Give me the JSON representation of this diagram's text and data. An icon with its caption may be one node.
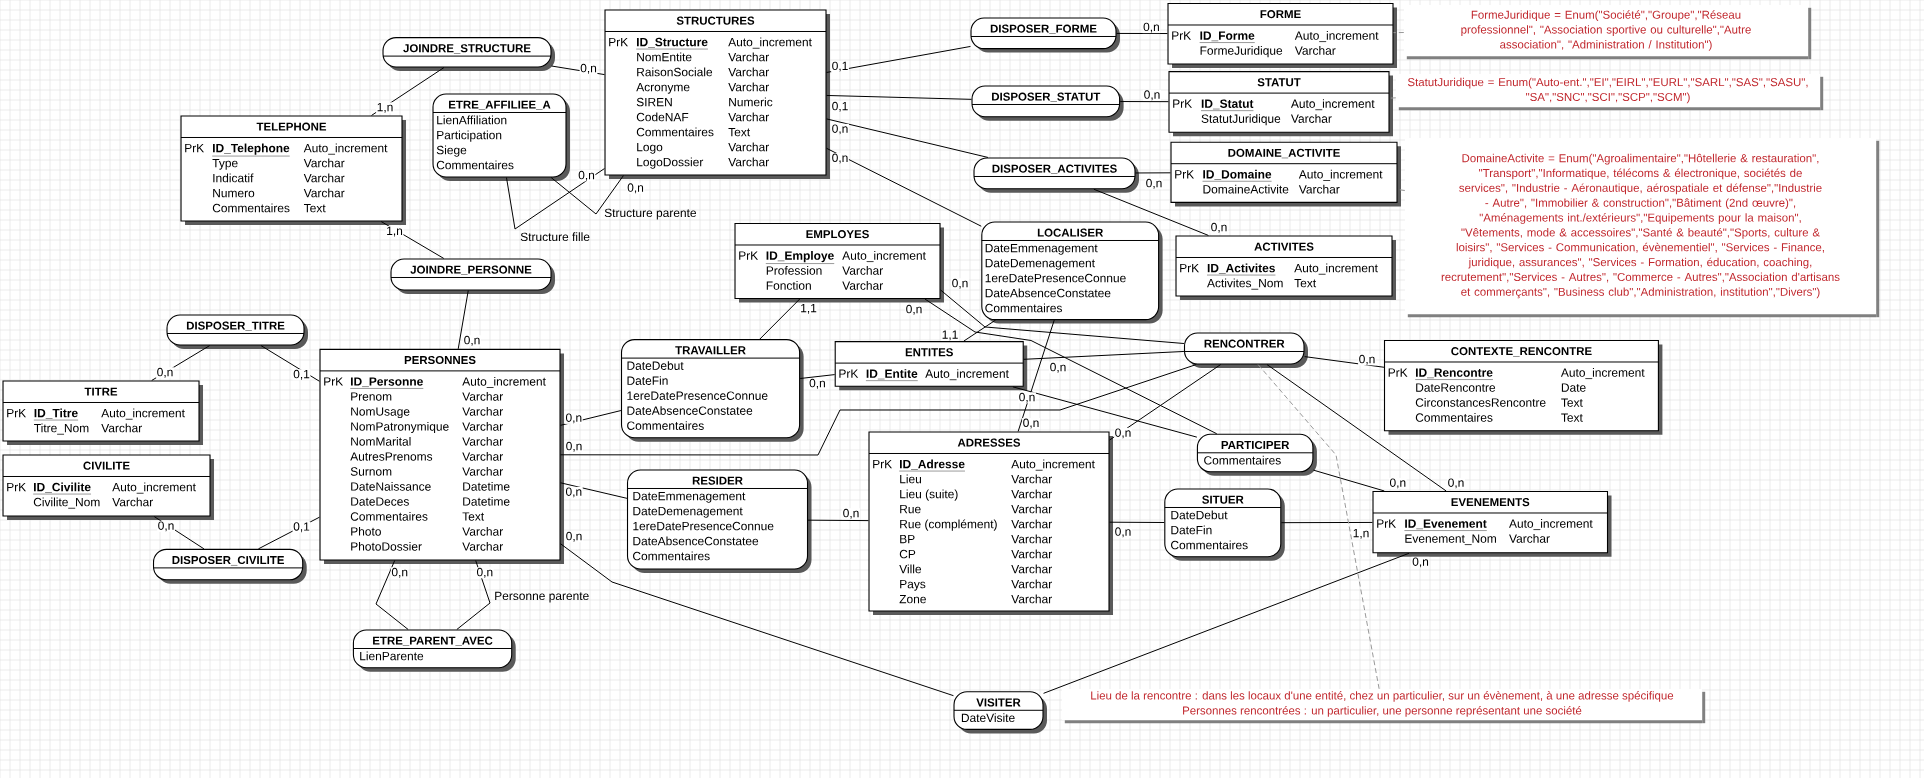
{
  "diagram": {
    "nodes": [
      {
        "text": [
          "JOINDRE_STRUCTURE"
        ]
      },
      {
        "text": [
          "STRUCTURES",
          "PrK",
          "ID_Structure",
          "Auto_increment",
          "NomEntite",
          "Varchar",
          "RaisonSociale",
          "Varchar",
          "Acronyme",
          "Varchar",
          "SIREN",
          "Numeric",
          "CodeNAF",
          "Varchar",
          "Commentaires",
          "Text",
          "Logo",
          "Varchar",
          "LogoDossier",
          "Varchar"
        ]
      },
      {
        "text": [
          "DISPOSER_FORME"
        ]
      },
      {
        "text": [
          "FORME",
          "PrK",
          "ID_Forme",
          "Auto_increment",
          "FormeJuridique",
          "Varchar"
        ]
      },
      {
        "text": [
          "FormeJuridique = Enum(\"Société\",\"Groupe\",\"Réseau professionnel\", \"Association sportive ou culturelle\",\"Autre association\", \"Administration / Institution\")"
        ]
      },
      {
        "text": [
          "DISPOSER_STATUT"
        ]
      },
      {
        "text": [
          "STATUT",
          "PrK",
          "ID_Statut",
          "Auto_increment",
          "StatutJuridique",
          "Varchar"
        ]
      },
      {
        "text": [
          "StatutJuridique = Enum(\"Auto-ent.\",\"EI\",\"EIRL\",\"EURL\",\"SARL\",\"SAS\",\"SASU\", \"SA\",\"SNC\",\"SCI\",\"SCP\",\"SCM\")"
        ]
      },
      {
        "text": [
          "TELEPHONE",
          "PrK",
          "ID_Telephone",
          "Auto_increment",
          "Type",
          "Varchar",
          "Indicatif",
          "Varchar",
          "Numero",
          "Varchar",
          "Commentaires",
          "Text"
        ]
      },
      {
        "text": [
          "ETRE_AFFILIEE_A",
          "LienAffiliation",
          "Participation",
          "Siege",
          "Commentaires"
        ]
      },
      {
        "text": [
          "DISPOSER_ACTIVITES"
        ]
      },
      {
        "text": [
          "DOMAINE_ACTIVITE",
          "PrK",
          "ID_Domaine",
          "Auto_increment",
          "DomaineActivite",
          "Varchar"
        ]
      },
      {
        "text": [
          "DomaineActivite = Enum(\"Agroalimentaire\",\"Hôtellerie & restauration\", \"Transport\",\"Informatique, télécoms & électronique, sociétés de services\", \"Industrie - Aéronautique, aérospatiale et défense\",\"Industrie - Autre\", \"Immobilier & construction\",\"Bâtiment (2nd œuvre)\", \"Aménagements int./extérieurs\",\"Equipements pour la maison\", \"Vêtements, mode & accessoires\",\"Santé & beauté\",\"Sports, culture & loisirs\", \"Services - Communication, évènementiel\", \"Services - Finance, juridique, assurances\", \"Services - Formation, éducation, coaching, recrutement\",\"Services - Autres\", \"Commerce - Autres\",\"Association d'artisans et commerçants\", \"Business club\",\"Administration, institution\",\"Divers\")"
        ]
      },
      {
        "text": [
          "EMPLOYES",
          "PrK",
          "ID_Employe",
          "Auto_increment",
          "Profession",
          "Varchar",
          "Fonction",
          "Varchar"
        ]
      },
      {
        "text": [
          "LOCALISER",
          "DateEmmenagement",
          "DateDemenagement",
          "1ereDatePresenceConnue",
          "DateAbsenceConstatee",
          "Commentaires"
        ]
      },
      {
        "text": [
          "ACTIVITES",
          "PrK",
          "ID_Activites",
          "Auto_increment",
          "Activites_Nom",
          "Text"
        ]
      },
      {
        "text": [
          "JOINDRE_PERSONNE"
        ]
      },
      {
        "text": [
          "DISPOSER_TITRE"
        ]
      },
      {
        "text": [
          "PERSONNES",
          "PrK",
          "ID_Personne",
          "Auto_increment",
          "Prenom",
          "Varchar",
          "NomUsage",
          "Varchar",
          "NomPatronymique",
          "Varchar",
          "NomMarital",
          "Varchar",
          "AutresPrenoms",
          "Varchar",
          "Surnom",
          "Varchar",
          "DateNaissance",
          "Datetime",
          "DateDeces",
          "Datetime",
          "Commentaires",
          "Text",
          "Photo",
          "Varchar",
          "PhotoDossier",
          "Varchar"
        ]
      },
      {
        "text": [
          "TRAVAILLER",
          "DateDebut",
          "DateFin",
          "1ereDatePresenceConnue",
          "DateAbsenceConstatee",
          "Commentaires"
        ]
      },
      {
        "text": [
          "ENTITES",
          "PrK",
          "ID_Entite",
          "Auto_increment"
        ]
      },
      {
        "text": [
          "RENCONTRER"
        ]
      },
      {
        "text": [
          "CONTEXTE_RENCONTRE",
          "PrK",
          "ID_Rencontre",
          "Auto_increment",
          "DateRencontre",
          "Date",
          "CirconstancesRencontre",
          "Text",
          "Commentaires",
          "Text"
        ]
      },
      {
        "text": [
          "TITRE",
          "PrK",
          "ID_Titre",
          "Auto_increment",
          "Titre_Nom",
          "Varchar"
        ]
      },
      {
        "text": [
          "CIVILITE",
          "PrK",
          "ID_Civilite",
          "Auto_increment",
          "Civilite_Nom",
          "Varchar"
        ]
      },
      {
        "text": [
          "ADRESSES",
          "PrK",
          "ID_Adresse",
          "Auto_increment",
          "Lieu",
          "Varchar",
          "Lieu (suite)",
          "Varchar",
          "Rue",
          "Varchar",
          "Rue (complément)",
          "Varchar",
          "BP",
          "Varchar",
          "CP",
          "Varchar",
          "Ville",
          "Varchar",
          "Pays",
          "Varchar",
          "Zone",
          "Varchar"
        ]
      },
      {
        "text": [
          "PARTICIPER",
          "Commentaires"
        ]
      },
      {
        "text": [
          "RESIDER",
          "DateEmmenagement",
          "DateDemenagement",
          "1ereDatePresenceConnue",
          "DateAbsenceConstatee",
          "Commentaires"
        ]
      },
      {
        "text": [
          "SITUER",
          "DateDebut",
          "DateFin",
          "Commentaires"
        ]
      },
      {
        "text": [
          "EVENEMENTS",
          "PrK",
          "ID_Evenement",
          "Auto_increment",
          "Evenement_Nom",
          "Varchar"
        ]
      },
      {
        "text": [
          "DISPOSER_CIVILITE"
        ]
      },
      {
        "text": [
          "ETRE_PARENT_AVEC",
          "LienParente"
        ]
      },
      {
        "text": [
          "VISITER",
          "DateVisite"
        ]
      },
      {
        "text": [
          "Lieu de la rencontre : dans les locaux d'une entité, chez un particulier, sur un évènement, à une adresse spécifique",
          "Personnes rencontrées : un particulier, une personne représentant une société"
        ]
      }
    ],
    "edges": [
      {
        "from": 0,
        "to": 1,
        "arrow": "none",
        "label": "0,n"
      },
      {
        "from": 0,
        "to": 8,
        "arrow": "none",
        "label": "1,n"
      },
      {
        "from": 9,
        "to": 1,
        "arrow": "none",
        "label": "0,n"
      },
      {
        "from": 9,
        "to": 1,
        "arrow": "none",
        "label": "0,n"
      },
      {
        "from": 2,
        "to": 1,
        "arrow": "none",
        "label": "0,1"
      },
      {
        "from": 2,
        "to": 3,
        "arrow": "none",
        "label": "0,n"
      },
      {
        "from": 5,
        "to": 1,
        "arrow": "none",
        "label": "0,1"
      },
      {
        "from": 5,
        "to": 6,
        "arrow": "none",
        "label": "0,n"
      },
      {
        "from": 10,
        "to": 1,
        "arrow": "none",
        "label": "0,n"
      },
      {
        "from": 10,
        "to": 11,
        "arrow": "none",
        "label": "0,n"
      },
      {
        "from": 10,
        "to": 15,
        "arrow": "none",
        "label": "0,n"
      },
      {
        "from": 14,
        "to": 1,
        "arrow": "none",
        "label": "0,n"
      },
      {
        "from": 14,
        "to": 20,
        "arrow": "none",
        "label": "1,1"
      },
      {
        "from": 14,
        "to": 25,
        "arrow": "none",
        "label": "0,n"
      },
      {
        "from": 16,
        "to": 8,
        "arrow": "none",
        "label": "1,n"
      },
      {
        "from": 16,
        "to": 18,
        "arrow": "none",
        "label": "0,n"
      },
      {
        "from": 17,
        "to": 23,
        "arrow": "none",
        "label": "0,n"
      },
      {
        "from": 17,
        "to": 18,
        "arrow": "none",
        "label": "0,1"
      },
      {
        "from": 30,
        "to": 24,
        "arrow": "none",
        "label": "0,n"
      },
      {
        "from": 30,
        "to": 18,
        "arrow": "none",
        "label": "0,1"
      },
      {
        "from": 31,
        "to": 18,
        "arrow": "none",
        "label": "0,n"
      },
      {
        "from": 31,
        "to": 18,
        "arrow": "none",
        "label": "0,n"
      },
      {
        "from": 19,
        "to": 18,
        "arrow": "none",
        "label": "0,n"
      },
      {
        "from": 19,
        "to": 13,
        "arrow": "none",
        "label": "1,1"
      },
      {
        "from": 19,
        "to": 20,
        "arrow": "none",
        "label": "0,n"
      },
      {
        "from": 21,
        "to": 18,
        "arrow": "none",
        "label": "0,n"
      },
      {
        "from": 21,
        "to": 13,
        "arrow": "none",
        "label": "0,n"
      },
      {
        "from": 21,
        "to": 20,
        "arrow": "none",
        "label": "0,n"
      },
      {
        "from": 21,
        "to": 25,
        "arrow": "none",
        "label": "0,n"
      },
      {
        "from": 21,
        "to": 29,
        "arrow": "none",
        "label": "0,n"
      },
      {
        "from": 21,
        "to": 22,
        "arrow": "none",
        "label": "0,n"
      },
      {
        "from": 26,
        "to": 13,
        "arrow": "none",
        "label": "0,n"
      },
      {
        "from": 26,
        "to": 20,
        "arrow": "none",
        "label": "0,n"
      },
      {
        "from": 26,
        "to": 29,
        "arrow": "none",
        "label": "0,n"
      },
      {
        "from": 27,
        "to": 18,
        "arrow": "none",
        "label": "0,n"
      },
      {
        "from": 27,
        "to": 25,
        "arrow": "none",
        "label": "0,n"
      },
      {
        "from": 28,
        "to": 25,
        "arrow": "none",
        "label": "0,n"
      },
      {
        "from": 28,
        "to": 29,
        "arrow": "none",
        "label": "1,n"
      },
      {
        "from": 32,
        "to": 18,
        "arrow": "none",
        "label": "0,n"
      },
      {
        "from": 32,
        "to": 29,
        "arrow": "none",
        "label": "0,n"
      },
      {
        "from": 4,
        "to": 3,
        "arrow": "none",
        "style": "dashed",
        "color": "#999999"
      },
      {
        "from": 7,
        "to": 6,
        "arrow": "none",
        "style": "dashed",
        "color": "#999999"
      },
      {
        "from": 12,
        "to": 11,
        "arrow": "none",
        "style": "dashed",
        "color": "#999999"
      },
      {
        "from": 33,
        "to": 21,
        "arrow": "none",
        "style": "dashed",
        "color": "#999999"
      }
    ],
    "labels": [
      "Structure fille",
      "Structure parente",
      "Personne parente"
    ]
  }
}
